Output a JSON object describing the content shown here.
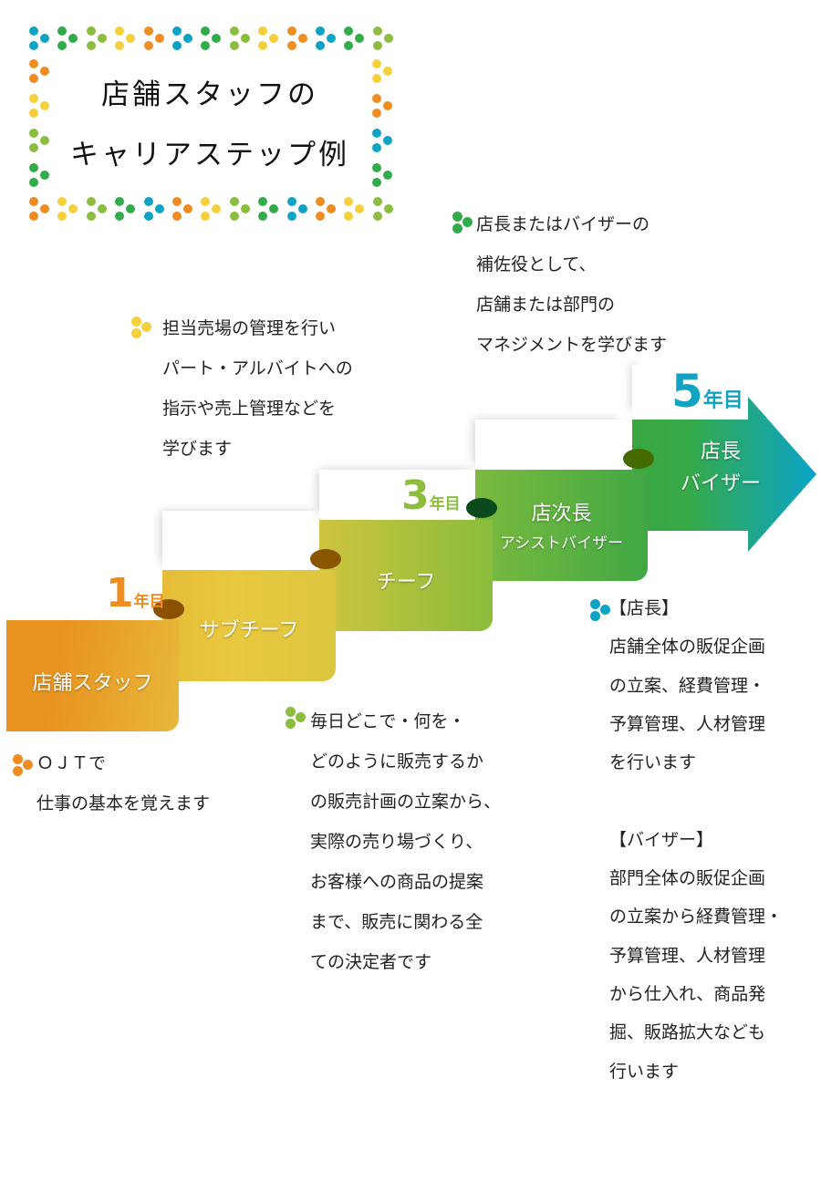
{
  "title": {
    "line1": "店舗スタッフの",
    "line2": "キャリアステップ例"
  },
  "frame_colors": {
    "teal": "#0ea3c4",
    "green": "#32ac4a",
    "lightgreen": "#8bbd3f",
    "yellow": "#f5d03c",
    "orange": "#ef8c22",
    "top": [
      "teal",
      "green",
      "lightgreen",
      "yellow",
      "orange",
      "teal",
      "green",
      "lightgreen",
      "yellow",
      "orange",
      "teal",
      "green",
      "lightgreen"
    ],
    "bottom": [
      "orange",
      "yellow",
      "lightgreen",
      "green",
      "teal",
      "orange",
      "yellow",
      "lightgreen",
      "green",
      "teal",
      "orange",
      "yellow",
      "lightgreen"
    ],
    "left": [
      "orange",
      "yellow",
      "lightgreen",
      "green"
    ],
    "right": [
      "yellow",
      "orange",
      "teal",
      "green"
    ]
  },
  "steps": [
    {
      "label": "店舗スタッフ"
    },
    {
      "label": "サブチーフ"
    },
    {
      "label": "チーフ"
    },
    {
      "label": "店次長",
      "sub": "アシストバイザー"
    },
    {
      "label": "店長",
      "sub": "バイザー"
    }
  ],
  "years": [
    {
      "num": "1",
      "unit": "年目"
    },
    {
      "num": "3",
      "unit": "年目"
    },
    {
      "num": "5",
      "unit": "年目"
    }
  ],
  "descriptions": {
    "staff": [
      "ＯＪＴで",
      "仕事の基本を覚えます"
    ],
    "subchief": [
      "担当売場の管理を行い",
      "パート・アルバイトへの",
      "指示や売上管理などを",
      "学びます"
    ],
    "chief": [
      "毎日どこで・何を・",
      "どのように販売するか",
      "の販売計画の立案から、",
      "実際の売り場づくり、",
      "お客様への商品の提案",
      "まで、販売に関わる全",
      "ての決定者です"
    ],
    "vice": [
      "店長またはバイザーの",
      "補佐役として、",
      "店舗または部門の",
      "マネジメントを学びます"
    ],
    "manager": [
      "【店長】",
      "店舗全体の販促企画",
      "の立案、経費管理・",
      "予算管理、人材管理",
      "を行います",
      "",
      "【バイザー】",
      "部門全体の販促企画",
      "の立案から経費管理・",
      "予算管理、人材管理",
      "から仕入れ、商品発",
      "掘、販路拡大なども",
      "行います"
    ]
  }
}
